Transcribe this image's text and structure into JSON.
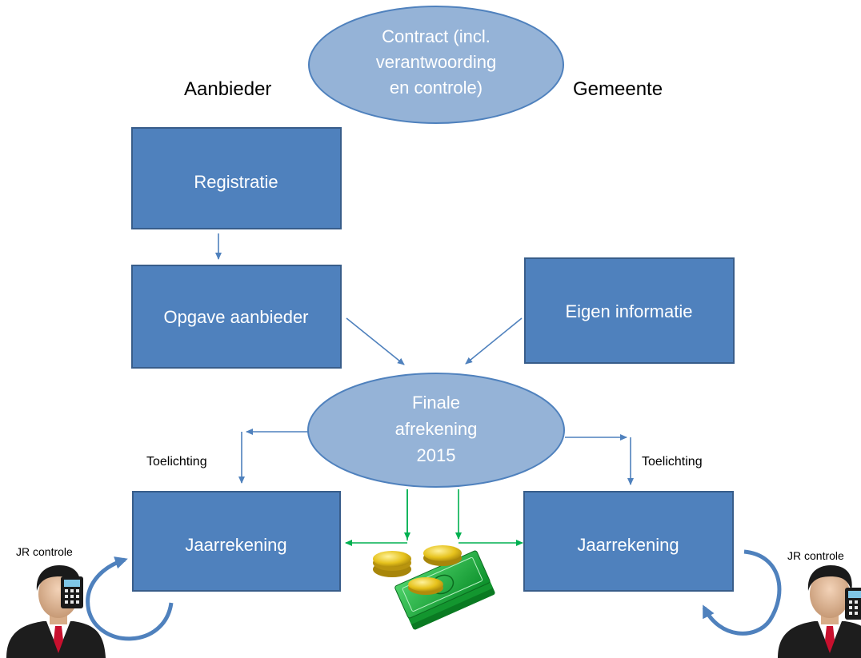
{
  "header": {
    "left_label": "Aanbieder",
    "right_label": "Gemeente"
  },
  "contract_node": {
    "lines": [
      "Contract (incl.",
      "verantwoording",
      "en controle)"
    ]
  },
  "nodes": {
    "registratie": "Registratie",
    "opgave": "Opgave aanbieder",
    "eigen": "Eigen informatie",
    "jaar_left": "Jaarrekening",
    "jaar_right": "Jaarrekening"
  },
  "finale_node": {
    "lines": [
      "Finale",
      "afrekening",
      "2015"
    ]
  },
  "labels": {
    "toelichting_left": "Toelichting",
    "toelichting_right": "Toelichting",
    "jr_left": "JR controle",
    "jr_right": "JR controle"
  },
  "icons": {
    "person": "businessman-with-calculator-icon",
    "money": "money-stack-with-coins-icon"
  },
  "colors": {
    "box_fill": "#4f81bd",
    "box_border": "#385d8a",
    "ellipse_fill": "#95b3d7",
    "ellipse_border": "#4f81bd",
    "arrow_blue": "#4f81bd",
    "arrow_green": "#00b050"
  }
}
